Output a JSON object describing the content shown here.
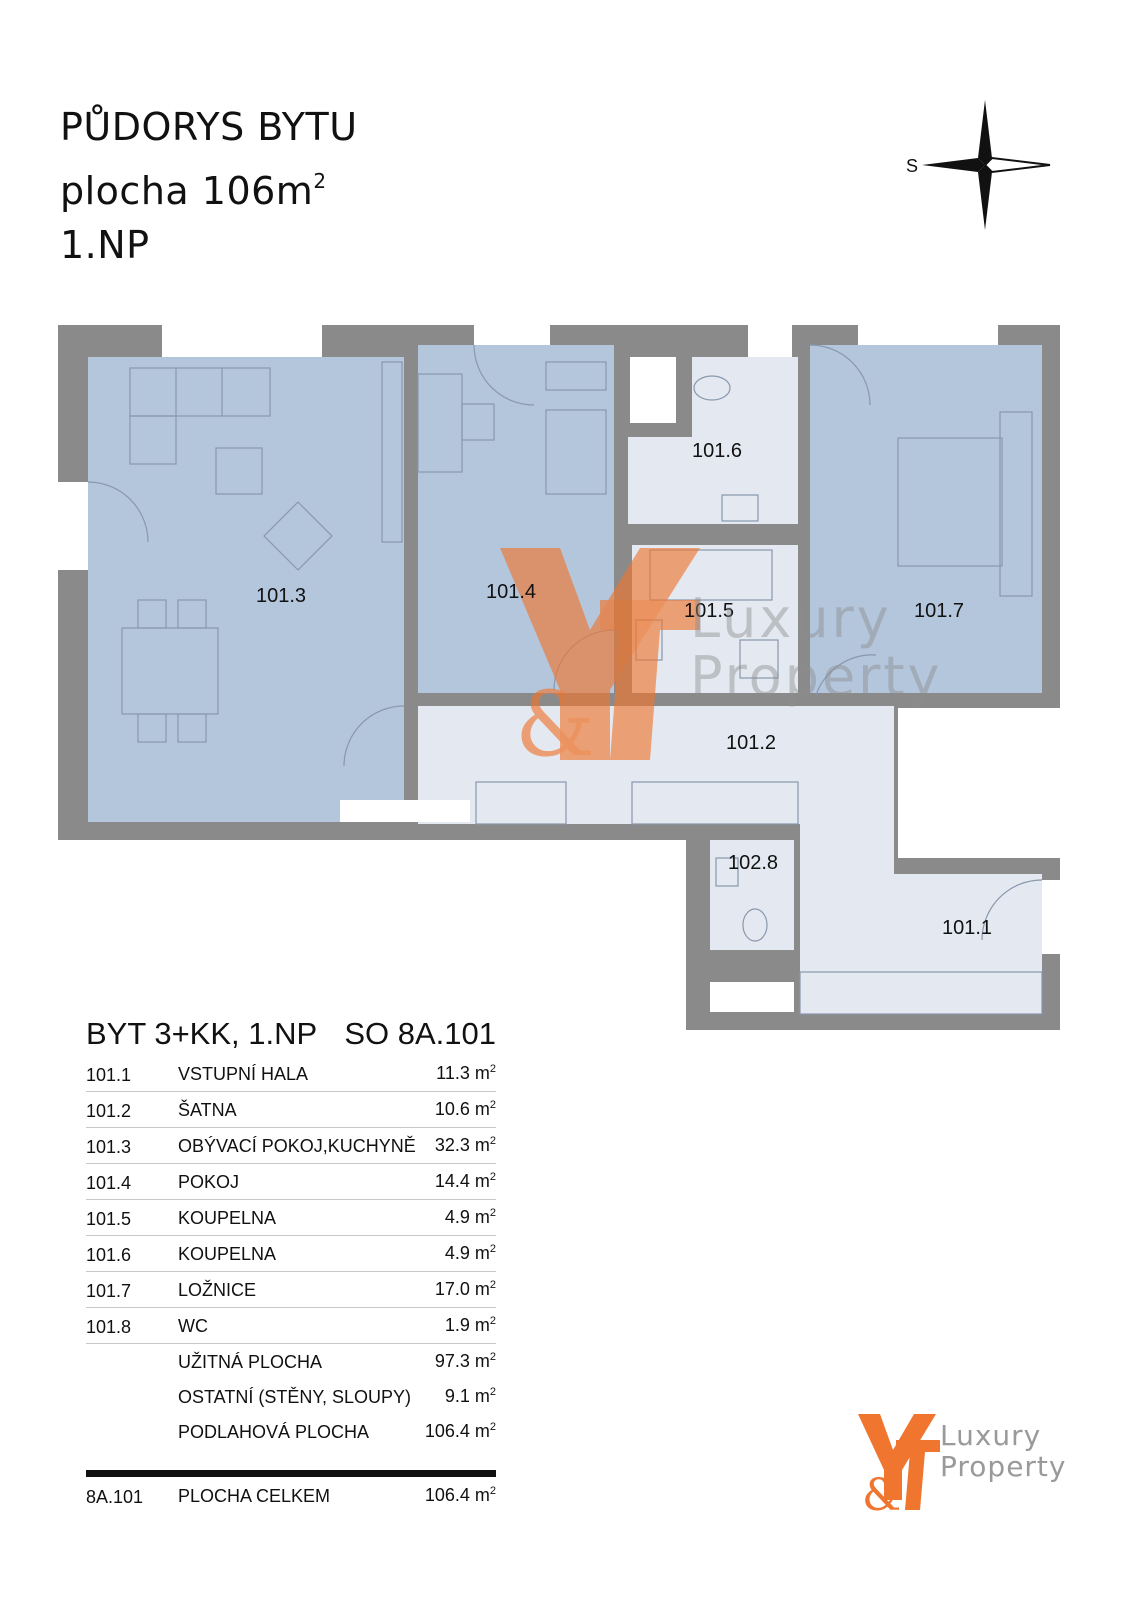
{
  "header": {
    "title_line1": "PŮDORYS BYTU",
    "title_line2": "plocha 106m",
    "title_line2_sup": "2",
    "title_line3": "1.NP"
  },
  "compass": {
    "label": "S"
  },
  "rooms": {
    "r101_1": "101.1",
    "r101_2": "101.2",
    "r101_3": "101.3",
    "r101_4": "101.4",
    "r101_5": "101.5",
    "r101_6": "101.6",
    "r101_7": "101.7",
    "r102_8": "102.8"
  },
  "table": {
    "heading_left": "BYT 3+KK, 1.NP",
    "heading_right": "SO 8A.101",
    "unit_sup": "2",
    "rows": [
      {
        "code": "101.1",
        "name": "VSTUPNÍ HALA",
        "area": "11.3 m"
      },
      {
        "code": "101.2",
        "name": "ŠATNA",
        "area": "10.6 m"
      },
      {
        "code": "101.3",
        "name": "OBÝVACÍ POKOJ,KUCHYNĚ",
        "area": "32.3 m"
      },
      {
        "code": "101.4",
        "name": "POKOJ",
        "area": "14.4 m"
      },
      {
        "code": "101.5",
        "name": "KOUPELNA",
        "area": "4.9 m"
      },
      {
        "code": "101.6",
        "name": "KOUPELNA",
        "area": "4.9 m"
      },
      {
        "code": "101.7",
        "name": "LOŽNICE",
        "area": "17.0 m"
      },
      {
        "code": "101.8",
        "name": "WC",
        "area": "1.9 m"
      }
    ],
    "summary": [
      {
        "name": "UŽITNÁ PLOCHA",
        "area": "97.3  m"
      },
      {
        "name": "OSTATNÍ (STĚNY, SLOUPY)",
        "area": "9.1 m"
      },
      {
        "name": "PODLAHOVÁ PLOCHA",
        "area": "106.4 m"
      }
    ],
    "total": {
      "code": "8A.101",
      "name": "PLOCHA CELKEM",
      "area": "106.4 m"
    }
  },
  "branding": {
    "line1": "Luxury",
    "line2": "Property",
    "accent_color": "#f0752e",
    "text_color": "#9a9a9a"
  },
  "colors": {
    "wall": "#8a8a8a",
    "room_blue": "#b4c6dc",
    "room_light": "#e4e9f1"
  }
}
